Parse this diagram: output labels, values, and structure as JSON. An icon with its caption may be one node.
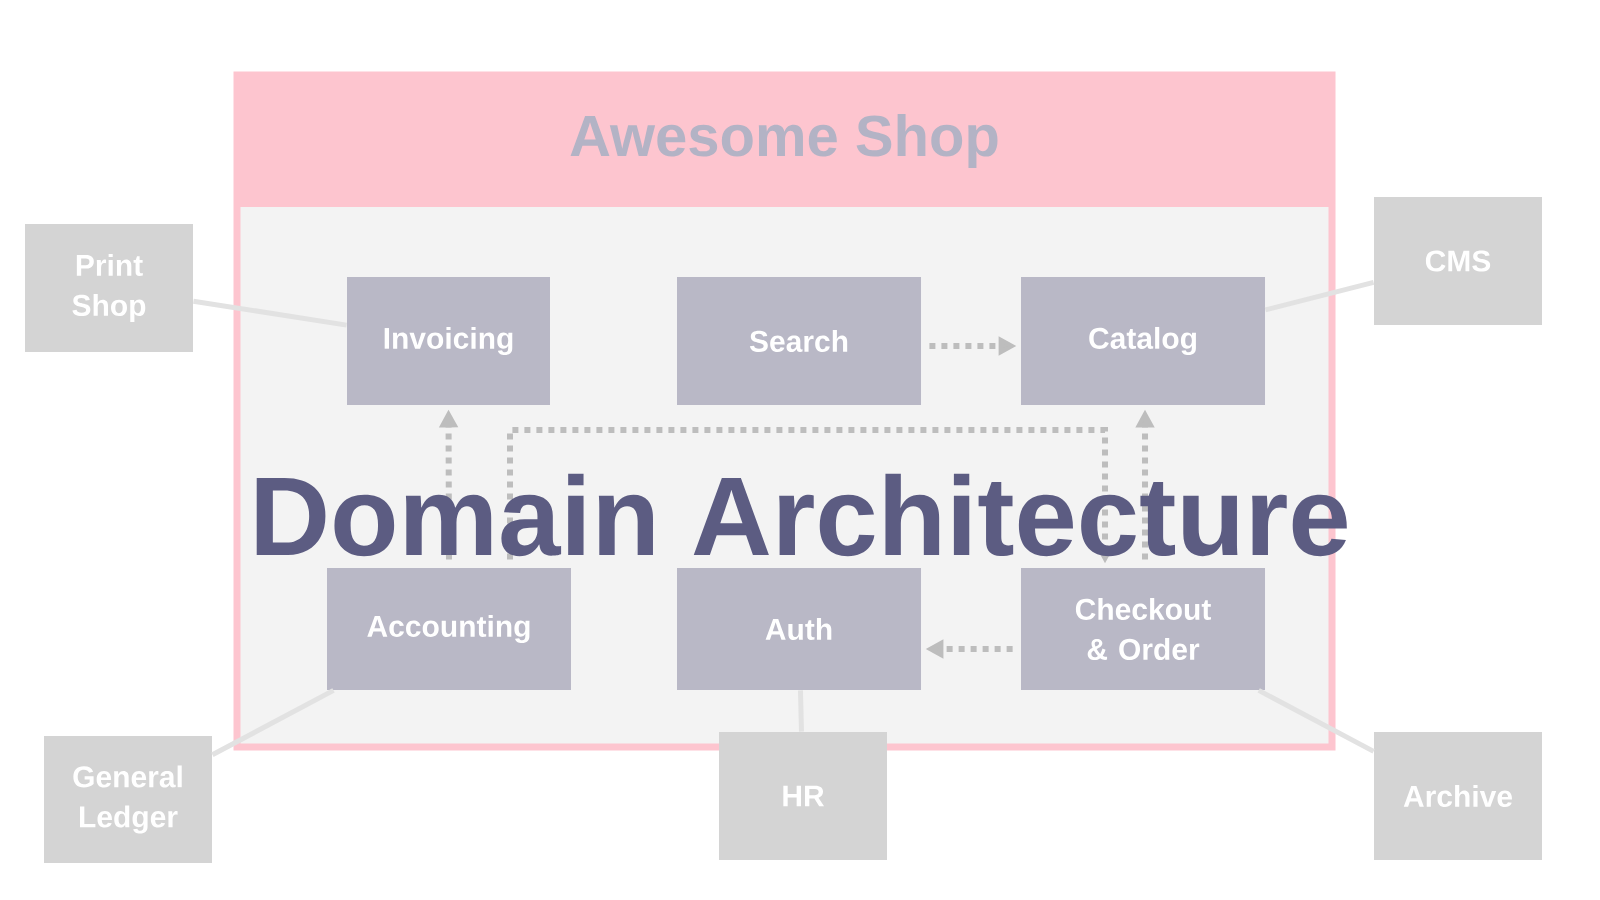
{
  "diagram": {
    "title": "Domain Architecture",
    "nodes": [
      {
        "text": [
          "Awesome Shop"
        ]
      },
      {
        "text": [
          "Print Shop"
        ]
      },
      {
        "text": [
          "Invoicing"
        ],
        "in": 0
      },
      {
        "text": [
          "Search"
        ],
        "in": 0
      },
      {
        "text": [
          "Catalog"
        ],
        "in": 0
      },
      {
        "text": [
          "CMS"
        ]
      },
      {
        "text": [
          "Accounting"
        ],
        "in": 0
      },
      {
        "text": [
          "Auth"
        ],
        "in": 0
      },
      {
        "text": [
          "Checkout & Order"
        ],
        "in": 0
      },
      {
        "text": [
          "General Ledger"
        ]
      },
      {
        "text": [
          "HR"
        ]
      },
      {
        "text": [
          "Archive"
        ]
      }
    ],
    "edges": [
      {
        "from": 1,
        "to": 2,
        "arrow": "none"
      },
      {
        "from": 3,
        "to": 4,
        "arrow": "to",
        "style": "dashed",
        "color": "#bdbdbd"
      },
      {
        "from": 5,
        "to": 4,
        "arrow": "none"
      },
      {
        "from": 6,
        "to": 2,
        "arrow": "to",
        "style": "dashed",
        "color": "#bdbdbd"
      },
      {
        "from": 6,
        "to": 8,
        "arrow": "to",
        "style": "dashed",
        "color": "#bdbdbd"
      },
      {
        "from": 8,
        "to": 4,
        "arrow": "to",
        "style": "dashed",
        "color": "#bdbdbd"
      },
      {
        "from": 8,
        "to": 7,
        "arrow": "to",
        "style": "dashed",
        "color": "#bdbdbd"
      },
      {
        "from": 9,
        "to": 6,
        "arrow": "none"
      },
      {
        "from": 10,
        "to": 7,
        "arrow": "none"
      },
      {
        "from": 11,
        "to": 8,
        "arrow": "none"
      }
    ]
  }
}
